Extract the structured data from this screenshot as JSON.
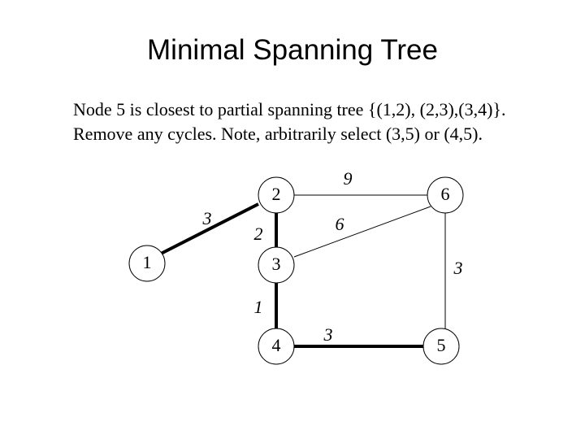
{
  "title": "Minimal Spanning Tree",
  "description": [
    "Node 5 is closest to partial spanning tree {(1,2), (2,3),(3,4)}.",
    "Remove any cycles. Note, arbitrarily select (3,5) or (4,5)."
  ],
  "graph": {
    "nodes": [
      {
        "id": "1",
        "label": "1"
      },
      {
        "id": "2",
        "label": "2"
      },
      {
        "id": "3",
        "label": "3"
      },
      {
        "id": "4",
        "label": "4"
      },
      {
        "id": "5",
        "label": "5"
      },
      {
        "id": "6",
        "label": "6"
      }
    ],
    "edges": [
      {
        "from": "1",
        "to": "2",
        "weight": "3",
        "in_tree": true
      },
      {
        "from": "2",
        "to": "3",
        "weight": "2",
        "in_tree": true
      },
      {
        "from": "2",
        "to": "6",
        "weight": "9",
        "in_tree": false
      },
      {
        "from": "3",
        "to": "6",
        "weight": "6",
        "in_tree": false
      },
      {
        "from": "3",
        "to": "4",
        "weight": "1",
        "in_tree": true
      },
      {
        "from": "6",
        "to": "5",
        "weight": "3",
        "in_tree": false
      },
      {
        "from": "4",
        "to": "5",
        "weight": "3",
        "in_tree": true
      }
    ]
  },
  "colors": {
    "edge": "#000000",
    "node_fill": "#ffffff",
    "node_stroke": "#000000"
  }
}
